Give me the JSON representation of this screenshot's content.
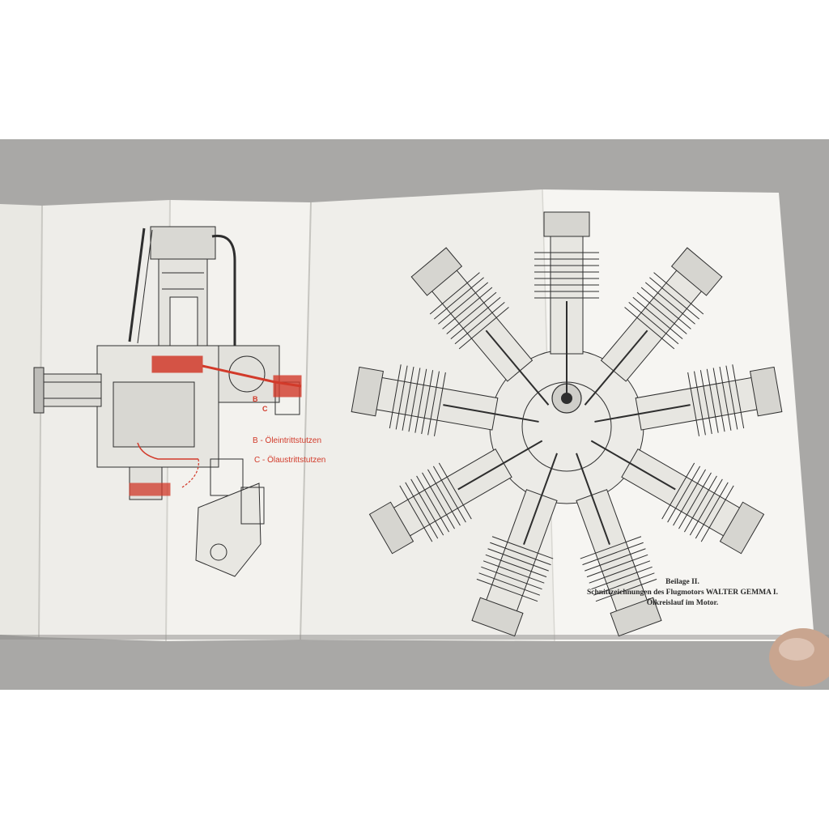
{
  "scene": {
    "background_color": "#a9a8a6",
    "paper_color": "#f1f0ec",
    "ink_color": "#2e2e2e",
    "oil_color": "#d23a2a"
  },
  "labels": {
    "marker_b": "B",
    "marker_c": "C",
    "oil_inlet": "B - Öleintrittstutzen",
    "oil_outlet": "C - Ölaustrittstutzen"
  },
  "caption": {
    "line1": "Beilage II.",
    "line2": "Schnittzeichnungen des Flugmotors WALTER GEMMA I.",
    "line3": "Ölkreislauf im Motor."
  }
}
